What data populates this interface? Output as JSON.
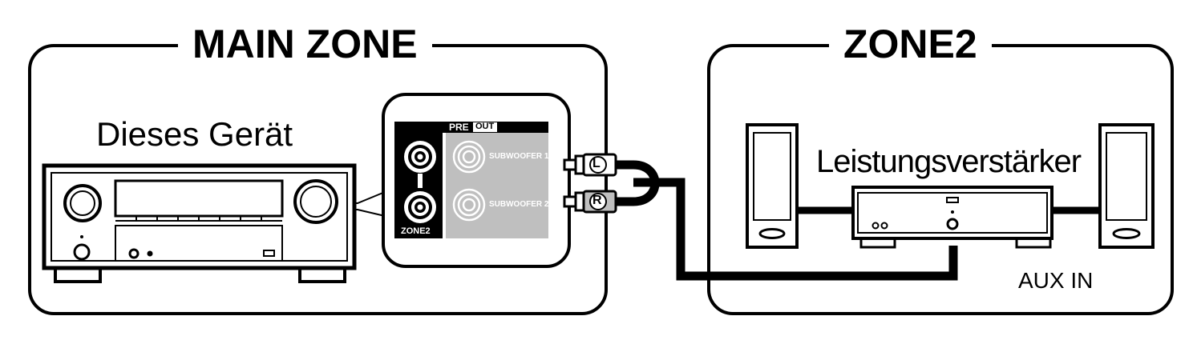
{
  "main_zone": {
    "title": "MAIN ZONE",
    "device_label": "Dieses Gerät"
  },
  "zone2": {
    "title": "ZONE2",
    "amplifier_label": "Leistungsverstärker",
    "input_label": "AUX IN"
  },
  "pre_out_panel": {
    "pre": "PRE",
    "out": "OUT",
    "subwoofer1": "SUBWOOFER 1",
    "subwoofer2": "SUBWOOFER 2",
    "zone2_jack": "ZONE2"
  },
  "cable": {
    "left": "L",
    "right": "R"
  },
  "colors": {
    "line": "#000000",
    "background": "#ffffff",
    "inactive_jack": "#bfbfbf",
    "inactive_text": "#ffffff"
  }
}
